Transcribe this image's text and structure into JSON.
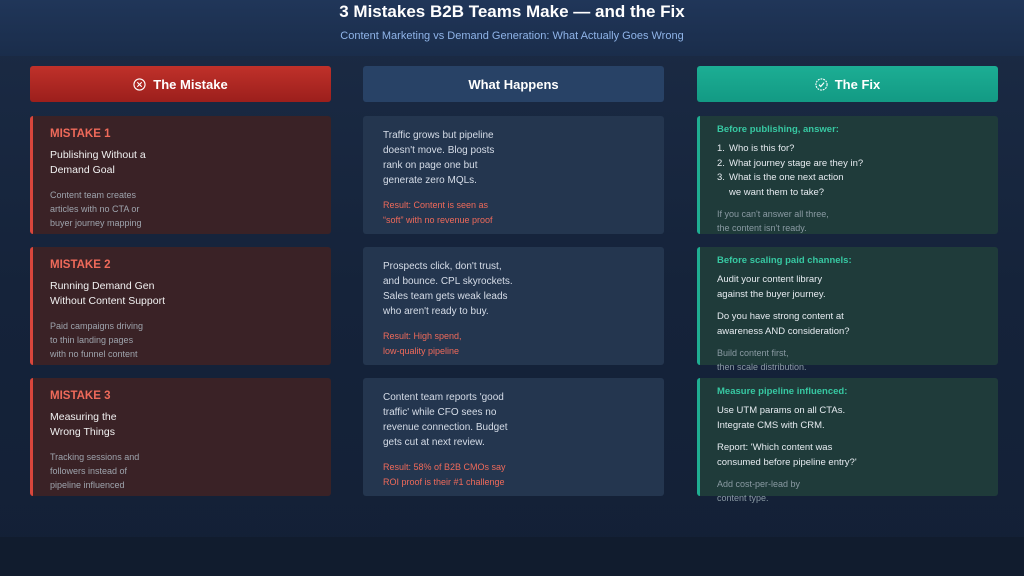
{
  "header": {
    "title": "3 Mistakes B2B Teams Make — and the Fix",
    "subtitle": "Content Marketing vs Demand Generation: What Actually Goes Wrong"
  },
  "columns": {
    "mistake": {
      "label": "The Mistake",
      "icon": "x-circle-icon"
    },
    "happens": {
      "label": "What Happens"
    },
    "fix": {
      "label": "The Fix",
      "icon": "check-badge-icon"
    }
  },
  "colors": {
    "red": "#c0312a",
    "teal": "#1cae94",
    "navy": "#284266"
  },
  "rows": [
    {
      "mistake": {
        "label": "MISTAKE 1",
        "title": [
          "Publishing Without a",
          "Demand Goal"
        ],
        "desc": [
          "Content team creates",
          "articles with no CTA or",
          "buyer journey mapping"
        ]
      },
      "happens": {
        "text": [
          "Traffic grows but pipeline",
          "doesn't move. Blog posts",
          "rank on page one but",
          "generate zero MQLs."
        ],
        "result": [
          "Result: Content is seen as",
          "“soft” with no revenue proof"
        ]
      },
      "fix": {
        "head": "Before publishing, answer:",
        "list": [
          "Who is this for?",
          "What journey stage are they in?",
          "What is the one next action"
        ],
        "list_cont": "we want them to take?",
        "note": [
          "If you can't answer all three,",
          "the content isn't ready."
        ]
      }
    },
    {
      "mistake": {
        "label": "MISTAKE 2",
        "title": [
          "Running Demand Gen",
          "Without Content Support"
        ],
        "desc": [
          "Paid campaigns driving",
          "to thin landing pages",
          "with no funnel content"
        ]
      },
      "happens": {
        "text": [
          "Prospects click, don't trust,",
          "and bounce. CPL skyrockets.",
          "Sales team gets weak leads",
          "who aren't ready to buy."
        ],
        "result": [
          "Result: High spend,",
          "low-quality pipeline"
        ]
      },
      "fix": {
        "head": "Before scaling paid channels:",
        "p1": [
          "Audit your content library",
          "against the buyer journey."
        ],
        "p2": [
          "Do you have strong content at",
          "awareness AND consideration?"
        ],
        "note": [
          "Build content first,",
          "then scale distribution."
        ]
      }
    },
    {
      "mistake": {
        "label": "MISTAKE 3",
        "title": [
          "Measuring the",
          "Wrong Things"
        ],
        "desc": [
          "Tracking sessions and",
          "followers instead of",
          "pipeline influenced"
        ]
      },
      "happens": {
        "text": [
          "Content team reports 'good",
          "traffic' while CFO sees no",
          "revenue connection. Budget",
          "gets cut at next review."
        ],
        "result": [
          "Result: 58% of B2B CMOs say",
          "ROI proof is their #1 challenge"
        ]
      },
      "fix": {
        "head": "Measure pipeline influenced:",
        "p1": [
          "Use UTM params on all CTAs.",
          "Integrate CMS with CRM."
        ],
        "p2": [
          "Report: 'Which content was",
          "consumed before pipeline entry?'"
        ],
        "note": [
          "Add cost-per-lead by",
          "content type."
        ]
      }
    }
  ]
}
